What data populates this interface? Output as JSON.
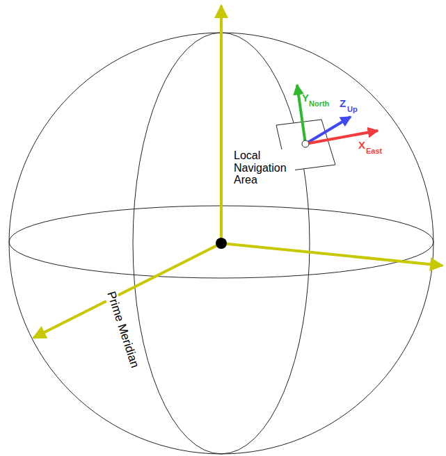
{
  "diagram": {
    "labels": [
      "Y",
      "North",
      "Z",
      "Up",
      "X",
      "East",
      "Local Navigation Area",
      "Prime Meridian"
    ]
  }
}
